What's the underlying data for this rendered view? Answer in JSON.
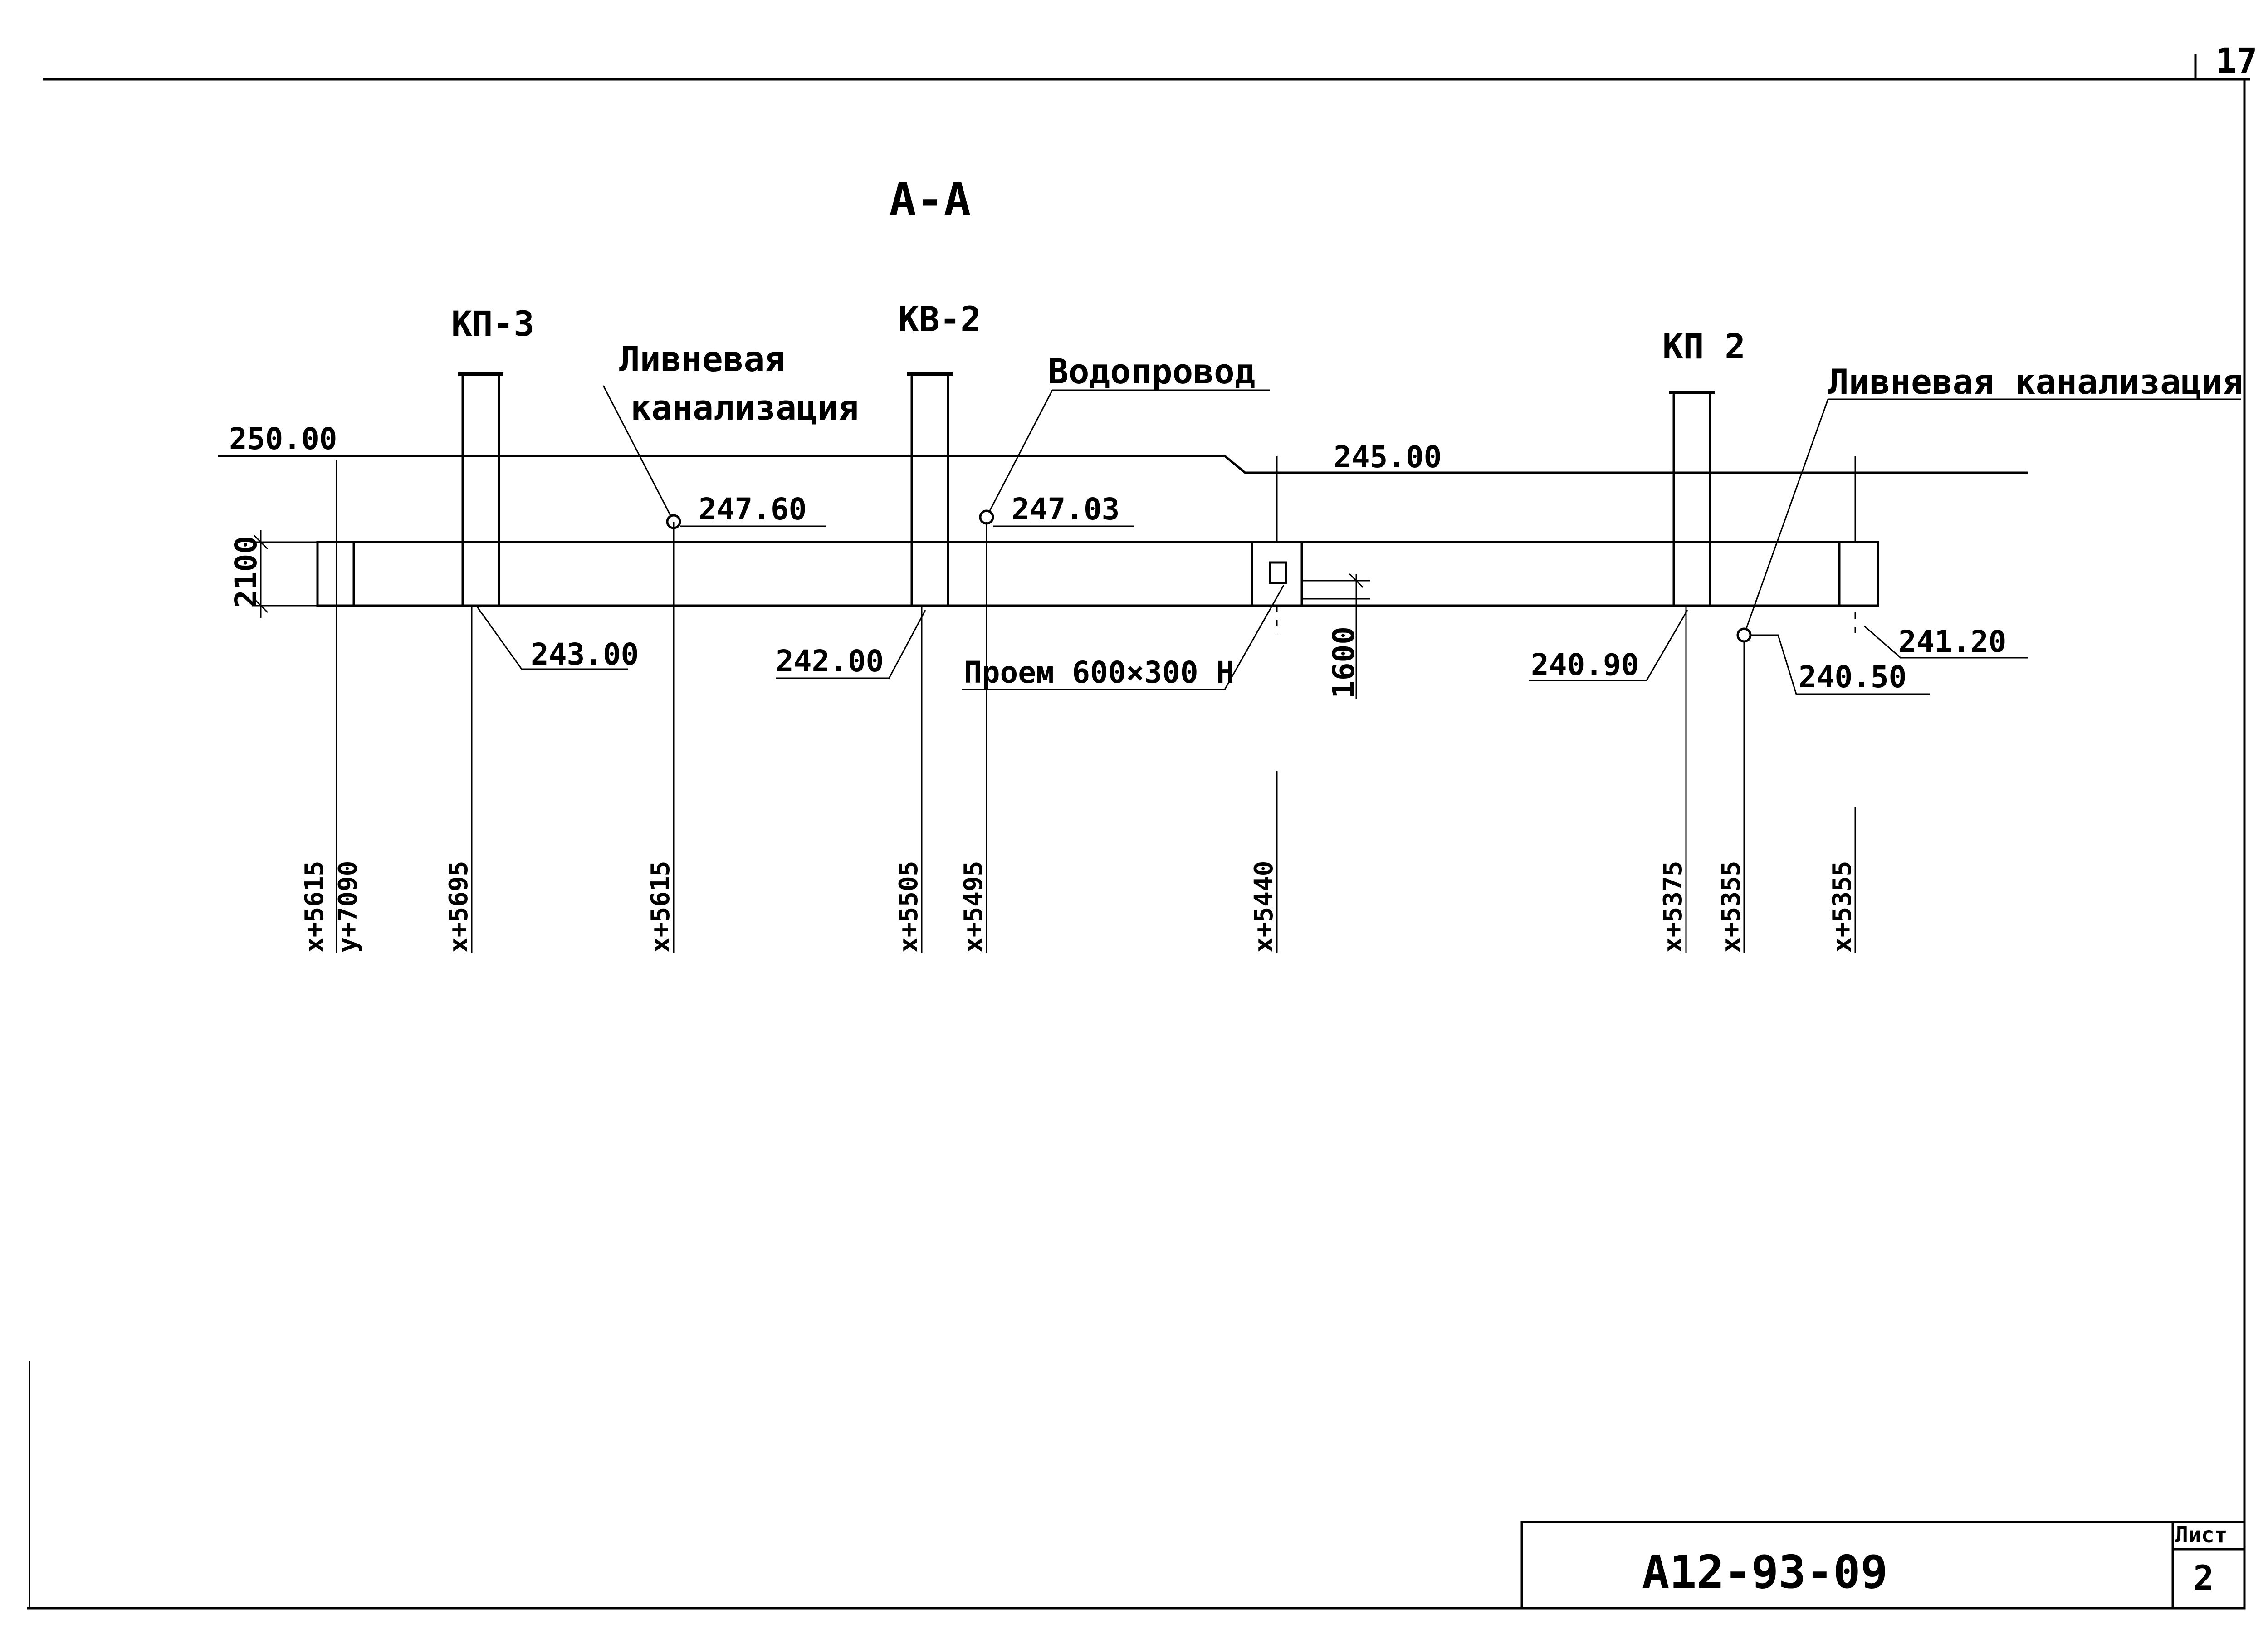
{
  "sheet_number": "17",
  "section_title": "А-А",
  "structures": [
    {
      "label": "КП-3"
    },
    {
      "label": "КВ-2"
    },
    {
      "label": "КП 2"
    }
  ],
  "pipe_labels": {
    "storm_left_line1": "Ливневая",
    "storm_left_line2": "канализация",
    "water_supply": "Водопровод",
    "storm_right": "Ливневая канализация"
  },
  "elevations": {
    "ground_left": "250.00",
    "ground_right": "245.00",
    "storm_left": "247.60",
    "water_supply": "247.03",
    "kp3_bottom": "243.00",
    "kv2_bottom": "242.00",
    "kp2_bottom": "240.90",
    "storm_right": "240.50",
    "end_right": "241.20"
  },
  "dimensions": {
    "height": "2100",
    "opening_depth": "1600",
    "opening": "Проем 600×300 Н"
  },
  "coordinates": [
    "x+5615",
    "y+7090",
    "x+5695",
    "x+5615",
    "x+5505",
    "x+5495",
    "x+5440",
    "x+5375",
    "x+5355",
    "x+5355"
  ],
  "title_block": {
    "doc_code": "А12-93-09",
    "sheet_label": "Лист",
    "sheet_value": "2"
  }
}
